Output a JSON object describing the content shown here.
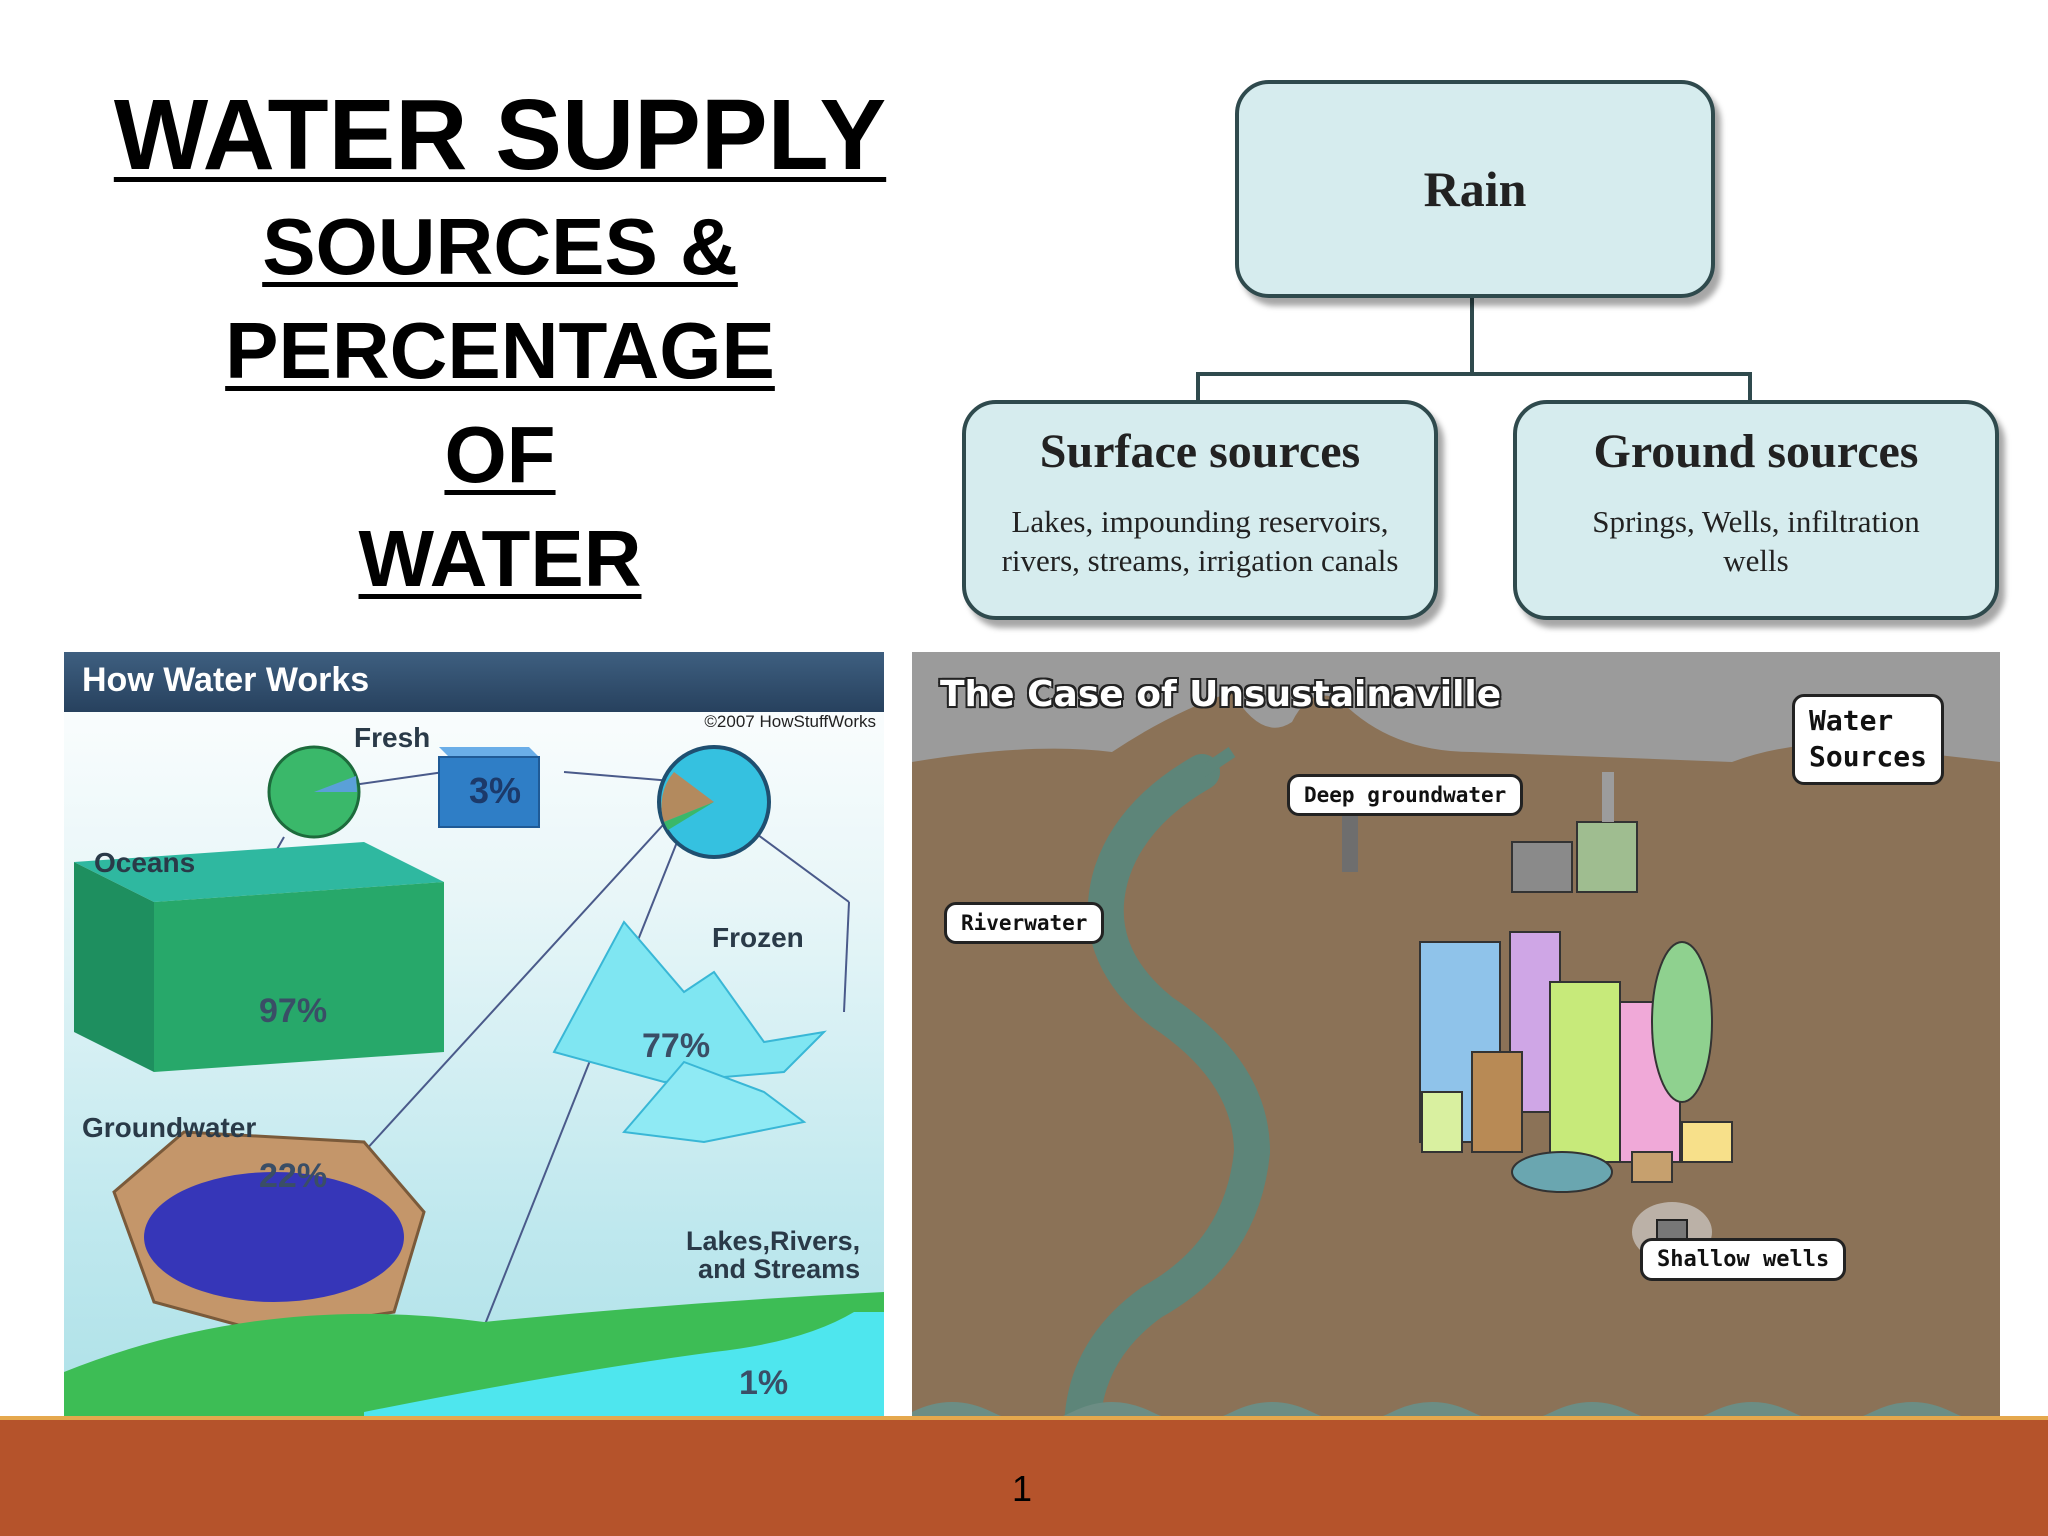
{
  "title": {
    "line1": "WATER SUPPLY",
    "line2": "SOURCES &",
    "line3": "PERCENTAGE",
    "line4": "OF",
    "line5": "WATER"
  },
  "flow": {
    "root": "Rain",
    "surface": {
      "heading": "Surface sources",
      "body_line1": "Lakes, impounding reservoirs,",
      "body_line2": "rivers, streams, irrigation canals"
    },
    "ground": {
      "heading": "Ground sources",
      "body_line1": "Springs, Wells, infiltration",
      "body_line2": "wells"
    }
  },
  "infographic": {
    "header": "How Water Works",
    "copyright": "©2007 HowStuffWorks",
    "fresh_label": "Fresh",
    "fresh_pct": "3%",
    "oceans_label": "Oceans",
    "oceans_pct": "97%",
    "frozen_label": "Frozen",
    "frozen_pct": "77%",
    "groundwater_label": "Groundwater",
    "groundwater_pct": "22%",
    "lakes_label_line1": "Lakes,Rivers,",
    "lakes_label_line2": "and Streams",
    "lakes_pct": "1%"
  },
  "cartoon": {
    "title": "The Case of Unsustainaville",
    "water_sources_line1": "Water",
    "water_sources_line2": "Sources",
    "deep_groundwater": "Deep groundwater",
    "riverwater": "Riverwater",
    "shallow_wells": "Shallow wells"
  },
  "footer": {
    "page_number": "1"
  },
  "colors": {
    "box_fill": "#d6ecee",
    "box_border": "#2f4a4d",
    "band": "#b5532b",
    "band_accent": "#e5a84d"
  }
}
